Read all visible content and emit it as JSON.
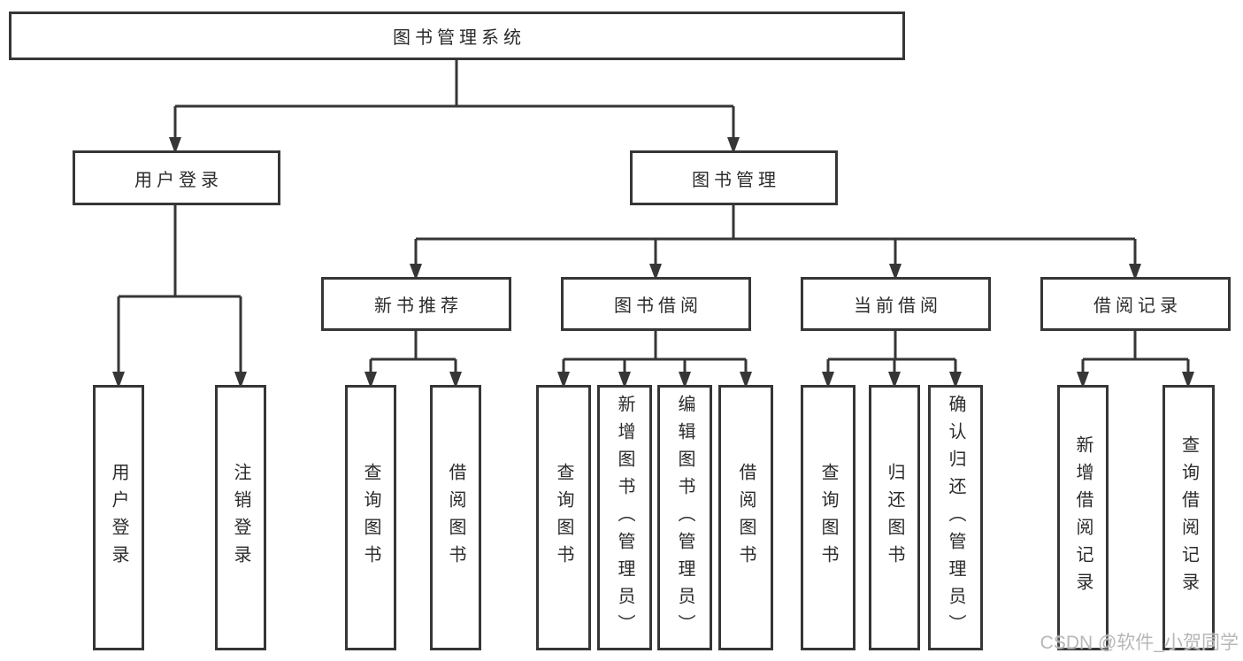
{
  "page": {
    "background": "#ffffff"
  },
  "colors": {
    "line": "#363636",
    "box_border": "#363636",
    "text": "#2b2b2b",
    "watermark": "#b7b7b7"
  },
  "diagram": {
    "root": {
      "label": "图书管理系统"
    },
    "level2": [
      {
        "label": "用户登录"
      },
      {
        "label": "图书管理"
      }
    ],
    "level3": [
      {
        "label": "新书推荐"
      },
      {
        "label": "图书借阅"
      },
      {
        "label": "当前借阅"
      },
      {
        "label": "借阅记录"
      }
    ],
    "leaves": {
      "user_login": [
        {
          "label": "用户登录"
        },
        {
          "label": "注销登录"
        }
      ],
      "new_book": [
        {
          "label": "查询图书"
        },
        {
          "label": "借阅图书"
        }
      ],
      "book_borrow": [
        {
          "label": "查询图书"
        },
        {
          "label": "新增图书（管理员）"
        },
        {
          "label": "编辑图书（管理员）"
        },
        {
          "label": "借阅图书"
        }
      ],
      "current_borrow": [
        {
          "label": "查询图书"
        },
        {
          "label": "归还图书"
        },
        {
          "label": "确认归还（管理员）"
        }
      ],
      "borrow_records": [
        {
          "label": "新增借阅记录"
        },
        {
          "label": "查询借阅记录"
        }
      ]
    }
  },
  "watermark": {
    "text": "CSDN @软件_小贺同学"
  }
}
